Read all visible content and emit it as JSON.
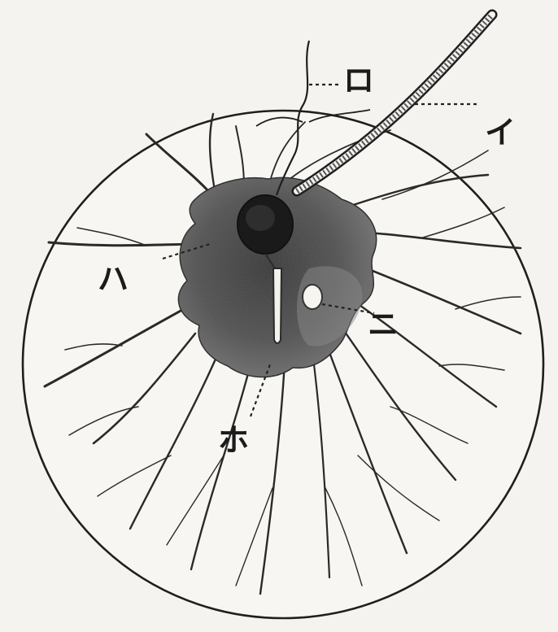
{
  "figure": {
    "labels": {
      "i": "イ",
      "ro": "ロ",
      "ha": "ハ",
      "ni": "ニ",
      "ho": "ホ"
    },
    "colors": {
      "background": "#f4f3ef",
      "ink": "#1f1f1f",
      "cytoplasm": "#4a4a4a",
      "nucleus": "#1a1a1a"
    }
  }
}
